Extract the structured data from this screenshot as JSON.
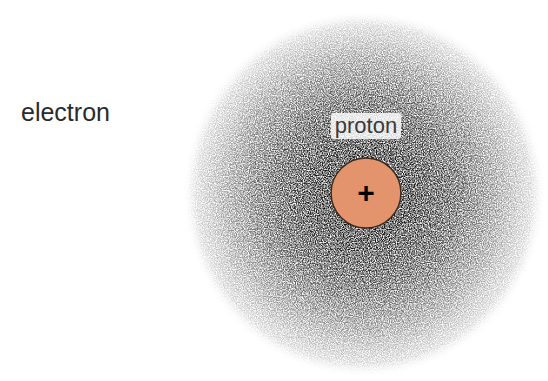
{
  "diagram": {
    "nodes": [
      {
        "text": [
          "+"
        ]
      }
    ],
    "labels": [
      "electron",
      "proton"
    ]
  }
}
